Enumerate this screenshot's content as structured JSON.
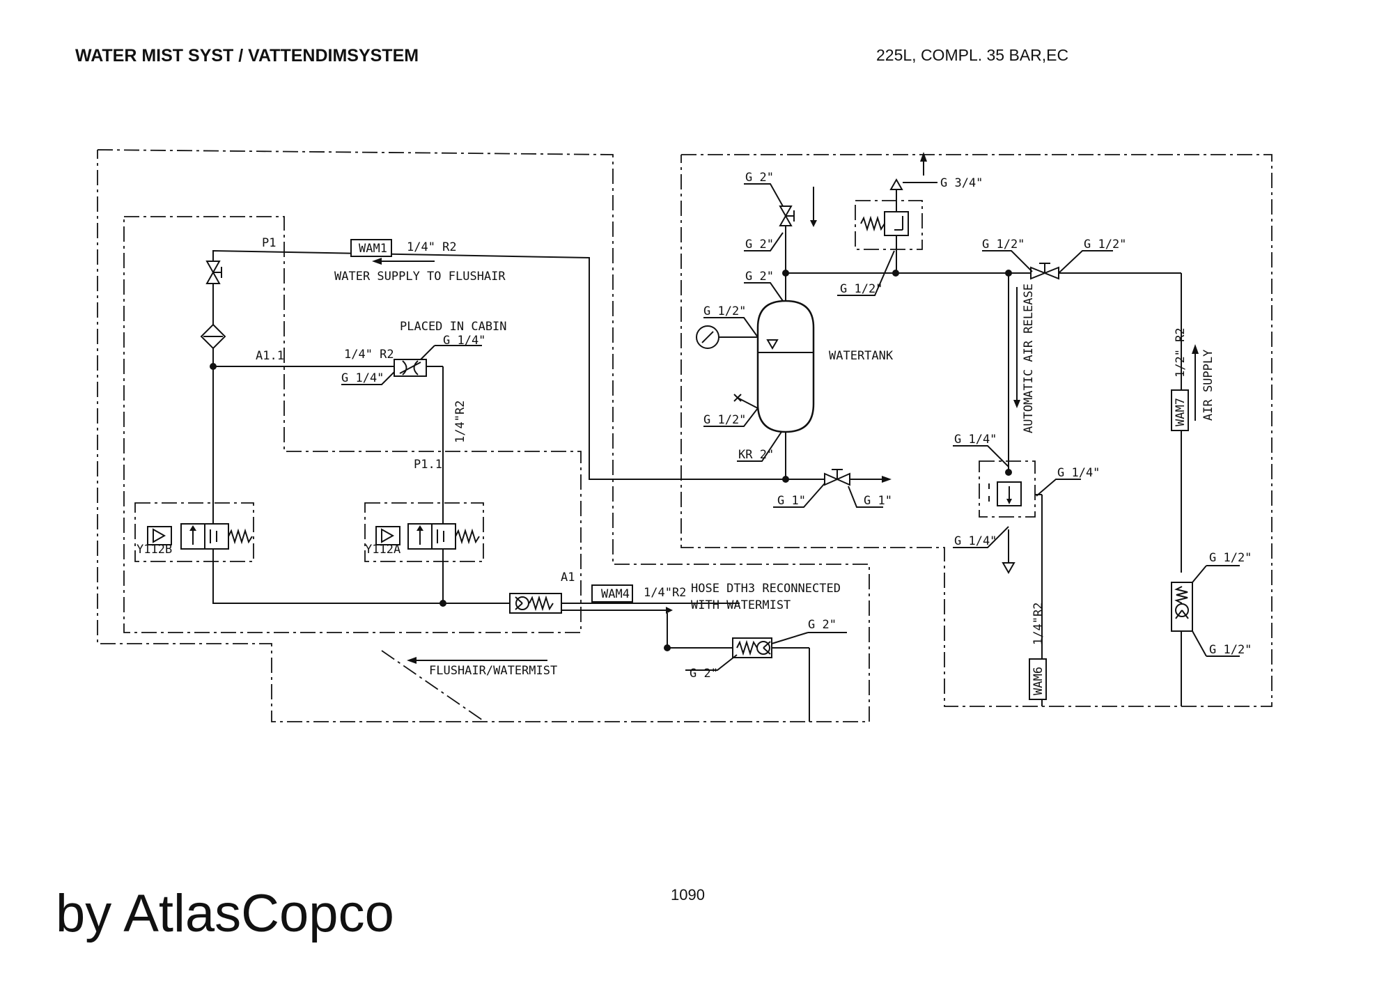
{
  "header": {
    "title": "WATER MIST SYST / VATTENDIMSYSTEM",
    "spec": "225L, COMPL. 35 BAR,EC"
  },
  "footer": {
    "brand": "by AtlasCopco",
    "page": "1090"
  },
  "labels": {
    "p1": "P1",
    "a11": "A1.1",
    "p11": "P1.1",
    "a1": "A1",
    "y112b": "Y112B",
    "y112a": "Y112A",
    "wam1": "WAM1",
    "wam1_spec": "1/4\" R2",
    "water_supply": "WATER SUPPLY TO FLUSHAIR",
    "placed_in_cabin": "PLACED IN CABIN",
    "throttle_spec_a": "1/4\" R2",
    "g14_a": "G 1/4\"",
    "g14_b": "G 1/4\"",
    "vert_14r2": "1/4\"R2",
    "wam4": "WAM4",
    "wam4_spec": "1/4\"R2",
    "hose_1": "HOSE DTH3 RECONNECTED",
    "hose_2": "WITH WATERMIST",
    "flushair": "FLUSHAIR/WATERMIST",
    "g2_bottom_a": "G 2\"",
    "g2_bottom_b": "G 2\"",
    "g2_top1": "G 2\"",
    "g2_top2": "G 2\"",
    "g2_top3": "G 2\"",
    "g12_gauge": "G 1/2\"",
    "g12_drain": "G 1/2\"",
    "kr2": "KR 2\"",
    "watertank": "WATERTANK",
    "g1_left": "G 1\"",
    "g1_right": "G 1\"",
    "g34": "G 3/4\"",
    "g12_relief": "G 1/2\"",
    "g12_valve_l": "G 1/2\"",
    "g12_valve_r": "G 1/2\"",
    "auto_air": "AUTOMATIC AIR RELEASE",
    "g14_c": "G 1/4\"",
    "g14_d": "G 1/4\"",
    "g14_e": "G 1/4\"",
    "wam6": "WAM6",
    "wam6_spec": "1/4\"R2",
    "wam7": "WAM7",
    "wam7_spec": "1/2\" R2",
    "air_supply": "AIR SUPPLY",
    "g12_check_top": "G 1/2\"",
    "g12_check_bot": "G 1/2\""
  }
}
